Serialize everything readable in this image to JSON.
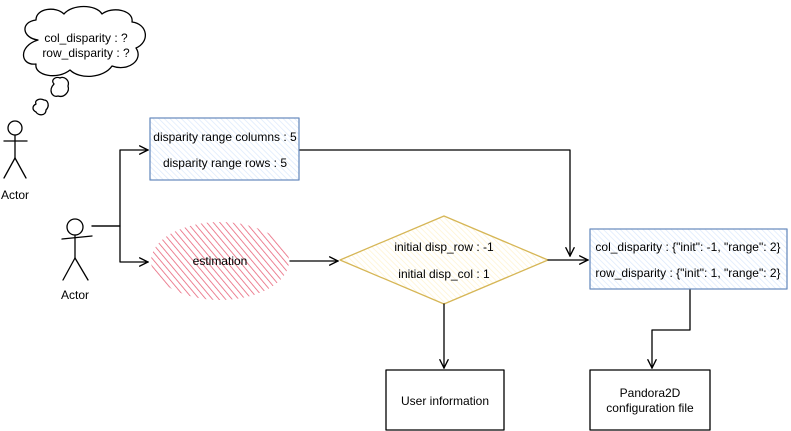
{
  "thought": {
    "line1": "col_disparity : ?",
    "line2": "row_disparity : ?"
  },
  "actors": {
    "top_label": "Actor",
    "bottom_label": "Actor"
  },
  "range_box": {
    "line1": "disparity range columns : 5",
    "line2": "disparity range rows : 5"
  },
  "estimation": {
    "label": "estimation"
  },
  "decision": {
    "line1": "initial disp_row : -1",
    "line2": "initial disp_col : 1"
  },
  "result_box": {
    "line1": "col_disparity : {\"init\": -1, \"range\": 2}",
    "line2": "row_disparity : {\"init\": 1, \"range\": 2}"
  },
  "user_info": {
    "label": "User information"
  },
  "config_file": {
    "line1": "Pandora2D",
    "line2": "configuration file"
  },
  "colors": {
    "blue_stroke": "#6c8ebf",
    "blue_fill": "#dae8fc",
    "red_stroke": "#e8647a",
    "yellow_stroke": "#d6b656",
    "yellow_fill": "#fff2cc"
  }
}
